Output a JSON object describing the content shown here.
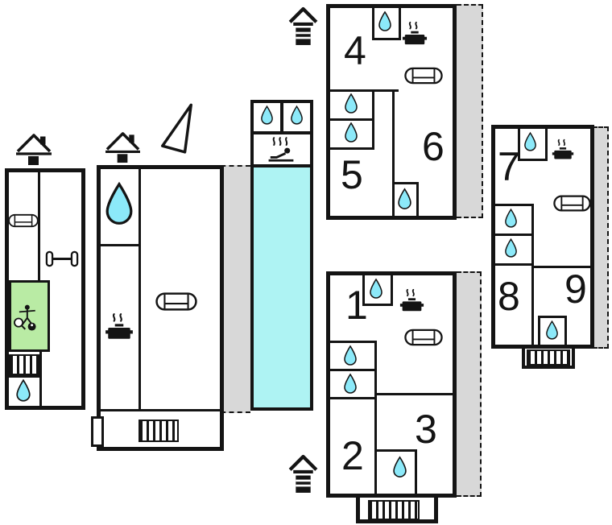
{
  "colors": {
    "wall": "#141414",
    "water": "#8ce9f9",
    "pool": "#aef3f3",
    "green": "#b9eba4",
    "terrace": "#d8d8d8",
    "paper": "#ffffff"
  },
  "units": {
    "unit_456": {
      "rooms": [
        "4",
        "5",
        "6"
      ]
    },
    "unit_123": {
      "rooms": [
        "1",
        "2",
        "3"
      ]
    },
    "unit_789": {
      "rooms": [
        "7",
        "8",
        "9"
      ]
    }
  },
  "buildings": {
    "outbuilding_left": {
      "features": [
        "sofa",
        "dumbbell",
        "game-room",
        "radiator",
        "shower"
      ]
    },
    "main_house": {
      "features": [
        "shower",
        "kitchen",
        "sofa",
        "radiator",
        "entrance-door"
      ]
    },
    "pool_house": {
      "features": [
        "shower",
        "shower",
        "sauna",
        "swimming-pool"
      ]
    }
  },
  "icons": {
    "shower": "water-drop",
    "kitchen": "steaming-pot",
    "lounge": "sofa-top-view",
    "fitness": "dumbbell",
    "sauna": "person-with-steam",
    "well": "roofed-well",
    "entrance": "house-with-chimney",
    "heating": "radiator-stripes",
    "game_room": "figure-with-ball",
    "flag": "triangle-pennant",
    "pool": "water-basin"
  }
}
